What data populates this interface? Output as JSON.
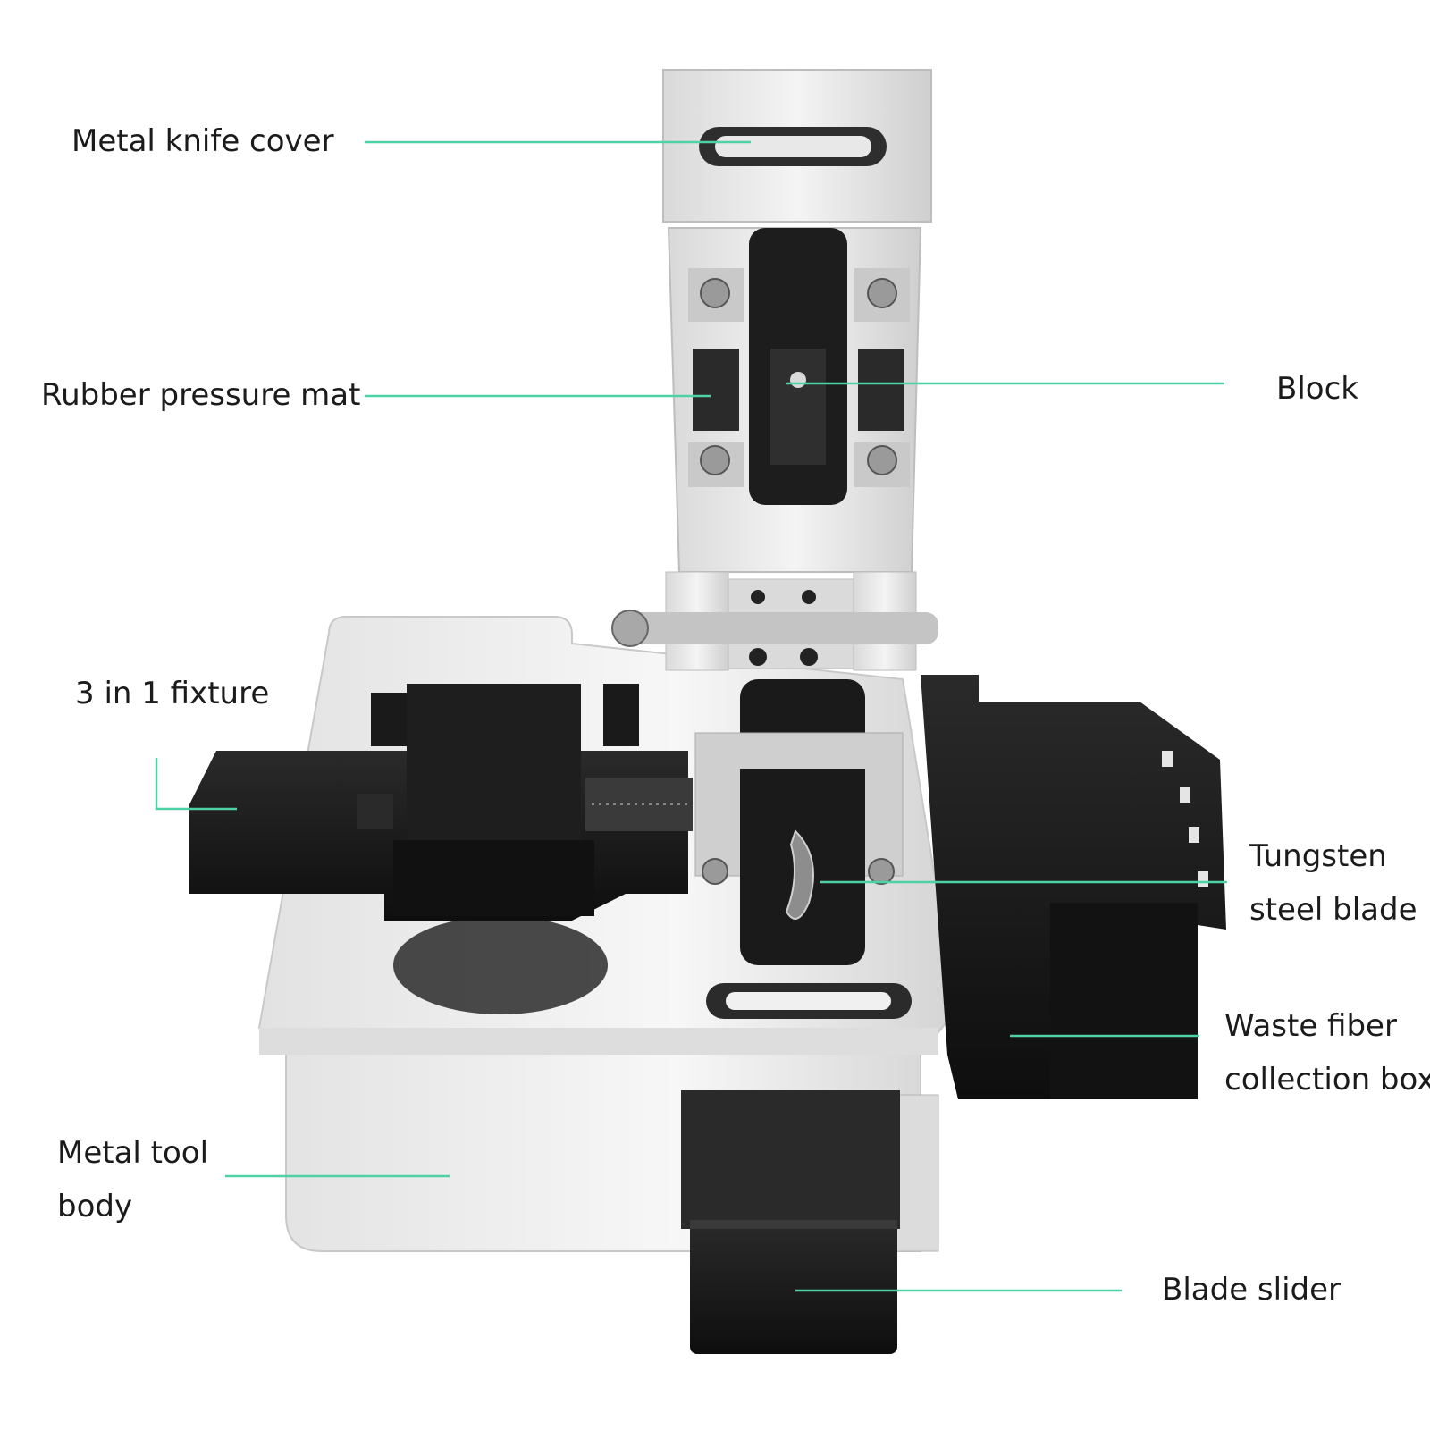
{
  "colors": {
    "leader": "#4fd2a3",
    "text": "#1b1b1b",
    "metal": "#e9e9e9",
    "metal_dark": "#b9b9b9",
    "black": "#161616"
  },
  "labels": {
    "knife_cover": "Metal knife cover",
    "pressure_mat": "Rubber pressure mat",
    "block": "Block",
    "fixture": "3 in 1 fixture",
    "blade_l1": "Tungsten",
    "blade_l2": "steel blade",
    "waste_l1": "Waste fiber",
    "waste_l2": "collection box",
    "body_l1": "Metal tool",
    "body_l2": "body",
    "slider": "Blade slider"
  }
}
